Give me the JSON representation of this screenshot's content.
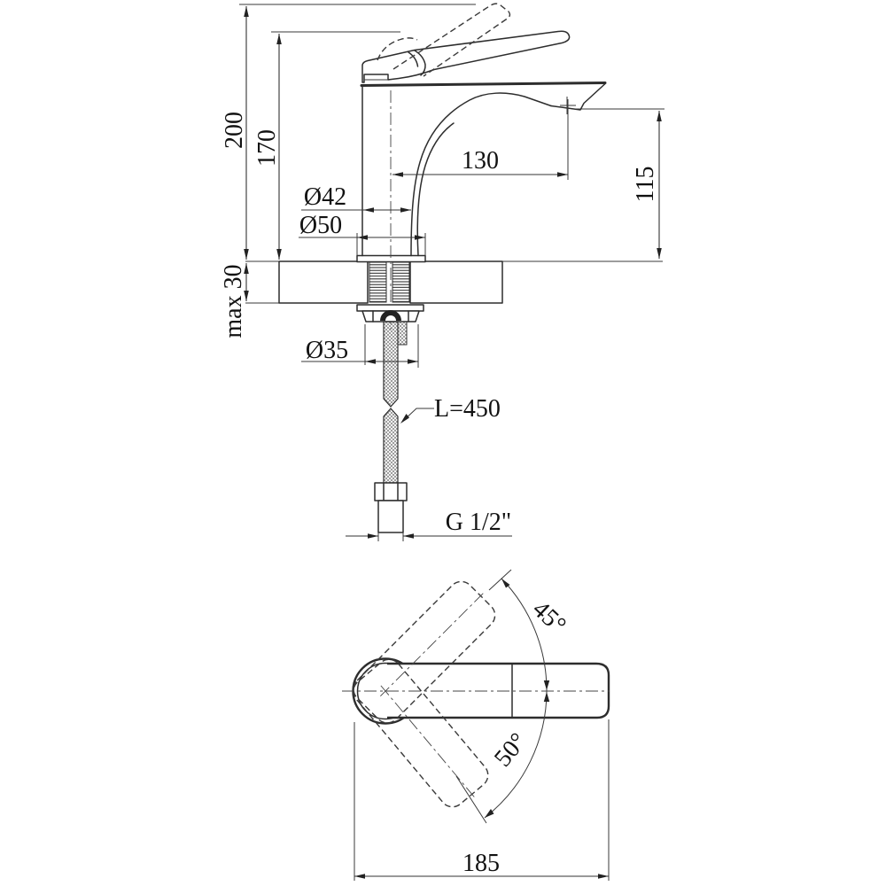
{
  "drawing": {
    "kind": "faucet installation technical drawing",
    "views": {
      "side_view": "basin mixer side elevation with mounting through countertop",
      "top_view": "handle swing plan view"
    }
  },
  "dimensions": {
    "overall_height": "200",
    "body_height": "170",
    "spout_reach": "130",
    "outlet_height": "115",
    "body_diameter": "Ø42",
    "base_diameter": "Ø50",
    "deck_thickness": "max 30",
    "shank_diameter": "Ø35",
    "hose_length": "L=450",
    "thread_size": "G 1/2\"",
    "overall_length": "185",
    "swing_upper": "45°",
    "swing_lower": "50°"
  }
}
